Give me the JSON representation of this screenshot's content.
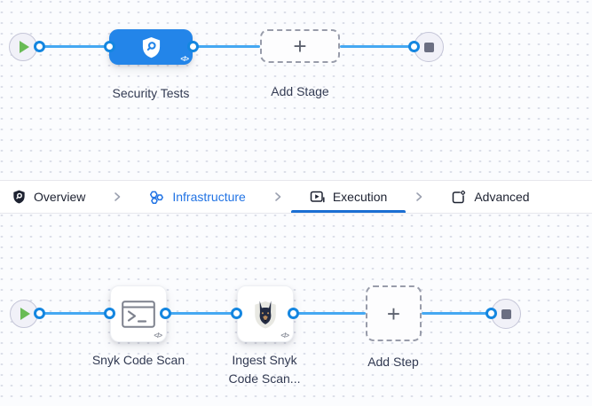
{
  "stage_canvas": {
    "stage_label": "Security Tests",
    "add_stage_label": "Add Stage"
  },
  "tab_bar": {
    "tabs": [
      {
        "label": "Overview",
        "icon": "shield-icon",
        "state": "default"
      },
      {
        "label": "Infrastructure",
        "icon": "hexagons-icon",
        "state": "link"
      },
      {
        "label": "Execution",
        "icon": "play-box-icon",
        "state": "active"
      },
      {
        "label": "Advanced",
        "icon": "gear-box-icon",
        "state": "default"
      }
    ]
  },
  "step_canvas": {
    "steps": [
      {
        "label": "Snyk Code Scan",
        "icon": "terminal-icon"
      },
      {
        "label": "Ingest Snyk Code Scan...",
        "icon": "snyk-dog-icon"
      }
    ],
    "add_step_label": "Add Step"
  },
  "icons": {
    "plus": "+",
    "code": "</>"
  },
  "colors": {
    "node_blue": "#2385e9",
    "connector_blue": "#45a8f2",
    "port_blue": "#1486e0",
    "tab_link_blue": "#2173e4",
    "active_underline_blue": "#1b6fd3",
    "play_green": "#69bb55",
    "stop_gray": "#6b6f82",
    "label_text": "#323a52"
  }
}
